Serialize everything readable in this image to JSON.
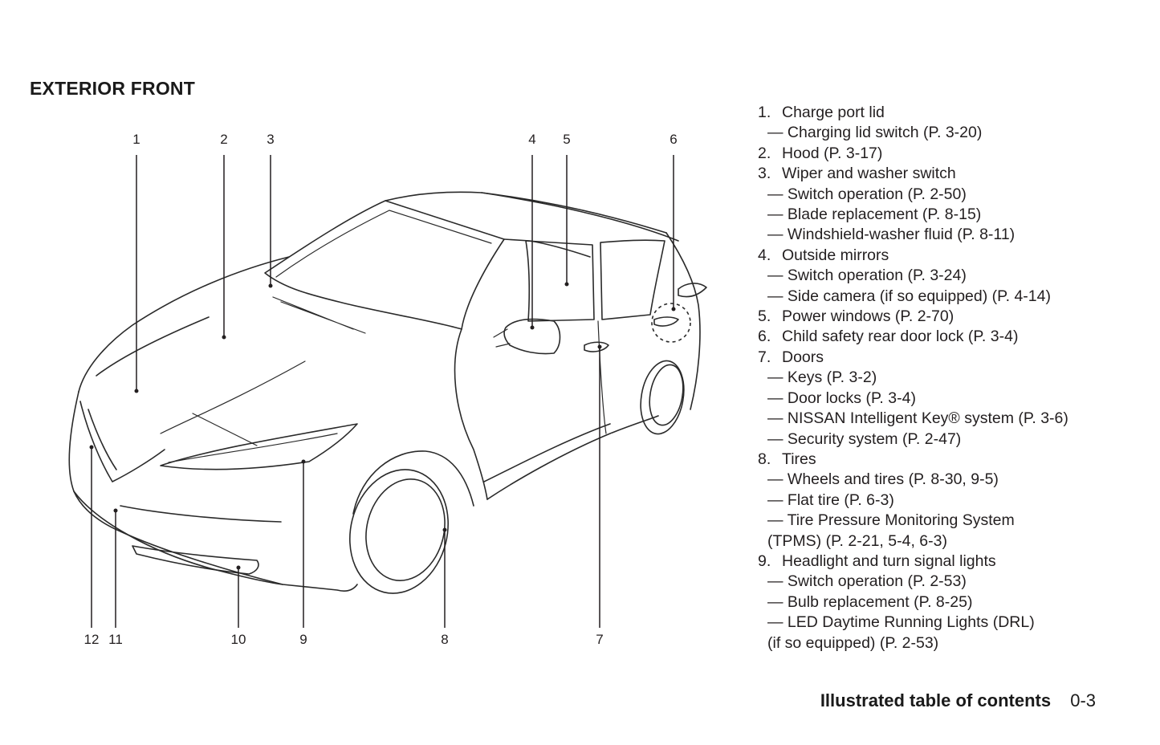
{
  "section_title": "EXTERIOR FRONT",
  "diagram": {
    "callouts_top": [
      "1",
      "2",
      "3",
      "4",
      "5",
      "6"
    ],
    "callouts_bottom": [
      "12",
      "11",
      "10",
      "9",
      "8",
      "7"
    ]
  },
  "legend": [
    {
      "type": "item",
      "num": "1.",
      "text": "Charge port lid"
    },
    {
      "type": "sub",
      "text": "— Charging lid switch (P. 3-20)"
    },
    {
      "type": "item",
      "num": "2.",
      "text": "Hood (P. 3-17)"
    },
    {
      "type": "item",
      "num": "3.",
      "text": "Wiper and washer switch"
    },
    {
      "type": "sub",
      "text": "— Switch operation (P. 2-50)"
    },
    {
      "type": "sub",
      "text": "— Blade replacement (P. 8-15)"
    },
    {
      "type": "sub",
      "text": "— Windshield-washer fluid (P. 8-11)"
    },
    {
      "type": "item",
      "num": "4.",
      "text": "Outside mirrors"
    },
    {
      "type": "sub",
      "text": "— Switch operation (P. 3-24)"
    },
    {
      "type": "sub",
      "text": "— Side camera (if so equipped) (P. 4-14)"
    },
    {
      "type": "item",
      "num": "5.",
      "text": "Power windows (P. 2-70)"
    },
    {
      "type": "item",
      "num": "6.",
      "text": "Child safety rear door lock (P. 3-4)"
    },
    {
      "type": "item",
      "num": "7.",
      "text": "Doors"
    },
    {
      "type": "sub",
      "text": "— Keys (P. 3-2)"
    },
    {
      "type": "sub",
      "text": "— Door locks (P. 3-4)"
    },
    {
      "type": "sub",
      "text": "— NISSAN Intelligent Key® system (P. 3-6)"
    },
    {
      "type": "sub",
      "text": "— Security system (P. 2-47)"
    },
    {
      "type": "item",
      "num": "8.",
      "text": "Tires"
    },
    {
      "type": "sub",
      "text": "— Wheels and tires (P. 8-30, 9-5)"
    },
    {
      "type": "sub",
      "text": "— Flat tire (P. 6-3)"
    },
    {
      "type": "sub",
      "text": "— Tire Pressure Monitoring System"
    },
    {
      "type": "cont",
      "text": "(TPMS) (P. 2-21, 5-4, 6-3)"
    },
    {
      "type": "item",
      "num": "9.",
      "text": "Headlight and turn signal lights"
    },
    {
      "type": "sub",
      "text": "— Switch operation (P. 2-53)"
    },
    {
      "type": "sub",
      "text": "— Bulb replacement (P. 8-25)"
    },
    {
      "type": "sub",
      "text": "— LED Daytime Running Lights (DRL)"
    },
    {
      "type": "cont",
      "text": "(if so equipped) (P. 2-53)"
    }
  ],
  "footer": {
    "title": "Illustrated table of contents",
    "page": "0-3"
  }
}
